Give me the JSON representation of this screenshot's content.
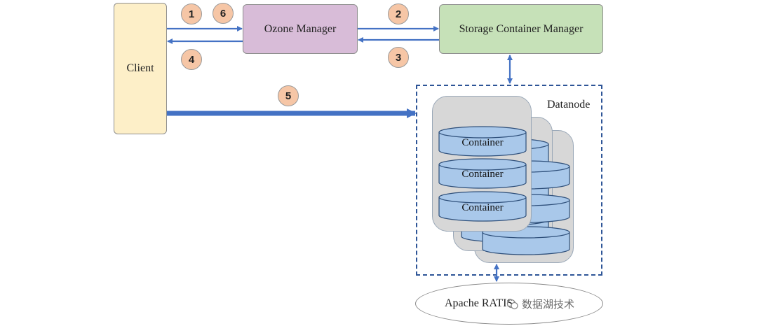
{
  "nodes": {
    "client": "Client",
    "ozone_manager": "Ozone Manager",
    "scm": "Storage Container Manager",
    "datanode": "Datanode",
    "raft": "Apache RATIS"
  },
  "containers": [
    "Container",
    "Container",
    "Container"
  ],
  "steps": {
    "s1": "1",
    "s2": "2",
    "s3": "3",
    "s4": "4",
    "s5": "5",
    "s6": "6"
  },
  "watermark": "数据湖技术",
  "colors": {
    "arrow": "#4472c4",
    "client_fill": "#fdefc8",
    "om_fill": "#d8bcd8",
    "scm_fill": "#c6e1b8",
    "badge_fill": "#f6c6a6",
    "container_fill": "#a9c8ea",
    "node_fill": "#d7d7d7",
    "dashed_border": "#2e5597"
  }
}
